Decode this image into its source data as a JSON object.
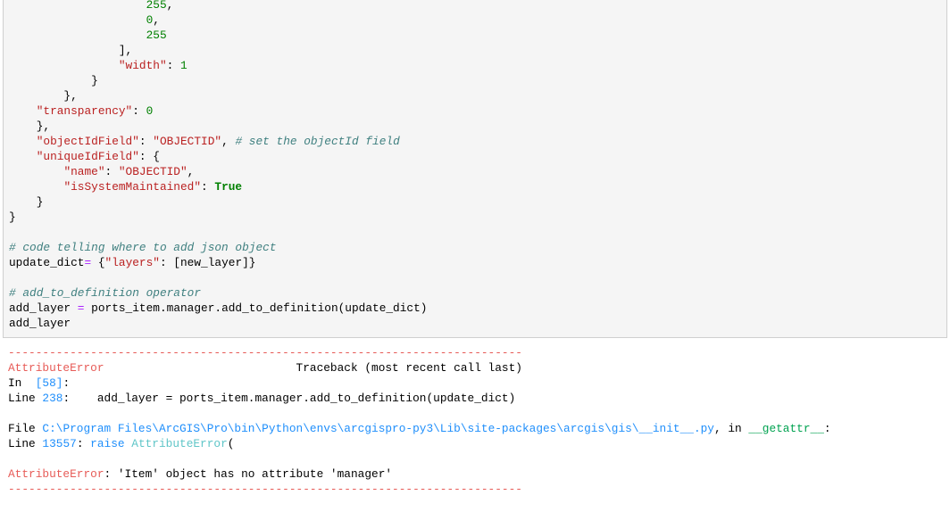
{
  "code_cell": {
    "lines": [
      [
        [
          "p",
          "                    "
        ],
        [
          "num",
          "255"
        ],
        [
          "p",
          ","
        ]
      ],
      [
        [
          "p",
          "                    "
        ],
        [
          "num",
          "0"
        ],
        [
          "p",
          ","
        ]
      ],
      [
        [
          "p",
          "                    "
        ],
        [
          "num",
          "255"
        ]
      ],
      [
        [
          "p",
          "                ],"
        ]
      ],
      [
        [
          "p",
          "                "
        ],
        [
          "str",
          "\"width\""
        ],
        [
          "p",
          ": "
        ],
        [
          "num",
          "1"
        ]
      ],
      [
        [
          "p",
          "            }"
        ]
      ],
      [
        [
          "p",
          "        },"
        ]
      ],
      [
        [
          "p",
          "    "
        ],
        [
          "str",
          "\"transparency\""
        ],
        [
          "p",
          ": "
        ],
        [
          "num",
          "0"
        ]
      ],
      [
        [
          "p",
          "    },"
        ]
      ],
      [
        [
          "p",
          "    "
        ],
        [
          "str",
          "\"objectIdField\""
        ],
        [
          "p",
          ": "
        ],
        [
          "str",
          "\"OBJECTID\""
        ],
        [
          "p",
          ", "
        ],
        [
          "com",
          "# set the objectId field"
        ]
      ],
      [
        [
          "p",
          "    "
        ],
        [
          "str",
          "\"uniqueIdField\""
        ],
        [
          "p",
          ": {"
        ]
      ],
      [
        [
          "p",
          "        "
        ],
        [
          "str",
          "\"name\""
        ],
        [
          "p",
          ": "
        ],
        [
          "str",
          "\"OBJECTID\""
        ],
        [
          "p",
          ","
        ]
      ],
      [
        [
          "p",
          "        "
        ],
        [
          "str",
          "\"isSystemMaintained\""
        ],
        [
          "p",
          ": "
        ],
        [
          "kw",
          "True"
        ]
      ],
      [
        [
          "p",
          "    }"
        ]
      ],
      [
        [
          "p",
          "}"
        ]
      ],
      [],
      [
        [
          "com",
          "# code telling where to add json object"
        ]
      ],
      [
        [
          "p",
          "update_dict"
        ],
        [
          "op",
          "="
        ],
        [
          "p",
          " {"
        ],
        [
          "str",
          "\"layers\""
        ],
        [
          "p",
          ": [new_layer]}"
        ]
      ],
      [],
      [
        [
          "com",
          "# add_to_definition operator"
        ]
      ],
      [
        [
          "p",
          "add_layer "
        ],
        [
          "op",
          "="
        ],
        [
          "p",
          " ports_item.manager.add_to_definition(update_dict)"
        ]
      ],
      [
        [
          "p",
          "add_layer"
        ]
      ]
    ]
  },
  "output": {
    "lines": [
      [
        [
          "red",
          "---------------------------------------------------------------------------"
        ]
      ],
      [
        [
          "red",
          "AttributeError"
        ],
        [
          "p",
          "                            Traceback (most recent call last)"
        ]
      ],
      [
        [
          "p",
          "In  "
        ],
        [
          "blue",
          "[58]"
        ],
        [
          "p",
          ":"
        ]
      ],
      [
        [
          "p",
          "Line "
        ],
        [
          "blue",
          "238"
        ],
        [
          "p",
          ":    add_layer = ports_item.manager.add_to_definition(update_dict)"
        ]
      ],
      [],
      [
        [
          "p",
          "File "
        ],
        [
          "blue",
          "C:\\Program Files\\ArcGIS\\Pro\\bin\\Python\\envs\\arcgispro-py3\\Lib\\site-packages\\arcgis\\gis\\__init__.py"
        ],
        [
          "p",
          ", in "
        ],
        [
          "green",
          "__getattr__"
        ],
        [
          "p",
          ":"
        ]
      ],
      [
        [
          "p",
          "Line "
        ],
        [
          "blue",
          "13557"
        ],
        [
          "p",
          ": "
        ],
        [
          "blue",
          "raise"
        ],
        [
          "p",
          " "
        ],
        [
          "cyan",
          "AttributeError"
        ],
        [
          "p",
          "("
        ]
      ],
      [],
      [
        [
          "red",
          "AttributeError"
        ],
        [
          "p",
          ": 'Item' object has no attribute 'manager'"
        ]
      ],
      [
        [
          "red",
          "---------------------------------------------------------------------------"
        ]
      ]
    ]
  }
}
